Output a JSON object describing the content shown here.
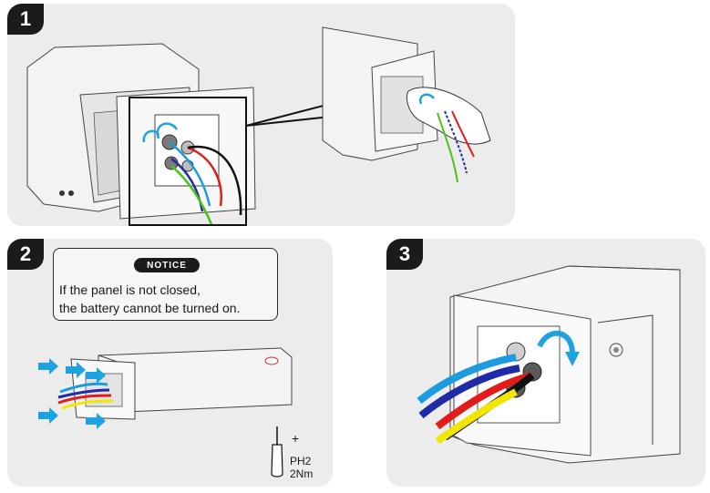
{
  "steps": [
    {
      "number": "1"
    },
    {
      "number": "2"
    },
    {
      "number": "3"
    }
  ],
  "notice": {
    "label": "NOTICE",
    "line1": "If the panel is not closed,",
    "line2": "the battery cannot be turned on."
  },
  "tool": {
    "sign": "+",
    "bit": "PH2",
    "torque": "2Nm"
  },
  "colors": {
    "panel_bg": "#ececec",
    "badge": "#1b1b1b",
    "arrow": "#1fa3e0",
    "cable_blue": "#1c9be0",
    "cable_navy": "#1e2aa6",
    "cable_red": "#e21b1b",
    "cable_black": "#111111",
    "cable_yellow": "#f2e600",
    "cable_green": "#4cc21a"
  }
}
